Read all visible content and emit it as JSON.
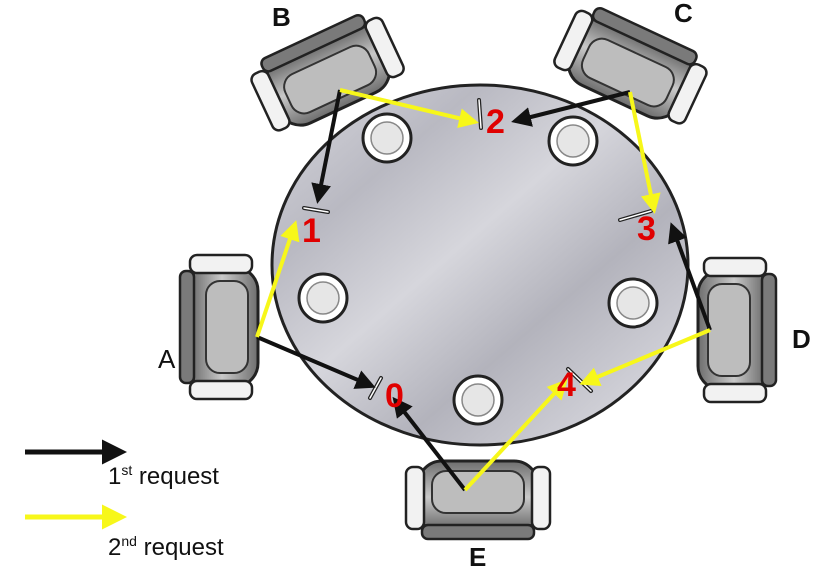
{
  "colors": {
    "first_request": "#111111",
    "second_request": "#f7f71a",
    "fork_number": "#e00000",
    "table_fill": "#c9c9d1",
    "chair_fill": "#9a9a9a"
  },
  "philosophers": [
    {
      "id": "A",
      "label": "A"
    },
    {
      "id": "B",
      "label": "B"
    },
    {
      "id": "C",
      "label": "C"
    },
    {
      "id": "D",
      "label": "D"
    },
    {
      "id": "E",
      "label": "E"
    }
  ],
  "forks": [
    {
      "id": "0",
      "label": "0"
    },
    {
      "id": "1",
      "label": "1"
    },
    {
      "id": "2",
      "label": "2"
    },
    {
      "id": "3",
      "label": "3"
    },
    {
      "id": "4",
      "label": "4"
    }
  ],
  "requests": [
    {
      "from": "A",
      "to": "0",
      "kind": "first"
    },
    {
      "from": "A",
      "to": "1",
      "kind": "second"
    },
    {
      "from": "B",
      "to": "1",
      "kind": "first"
    },
    {
      "from": "B",
      "to": "2",
      "kind": "second"
    },
    {
      "from": "C",
      "to": "2",
      "kind": "first"
    },
    {
      "from": "C",
      "to": "3",
      "kind": "second"
    },
    {
      "from": "D",
      "to": "3",
      "kind": "first"
    },
    {
      "from": "D",
      "to": "4",
      "kind": "second"
    },
    {
      "from": "E",
      "to": "0",
      "kind": "first"
    },
    {
      "from": "E",
      "to": "4",
      "kind": "second"
    }
  ],
  "legend": {
    "first": {
      "prefix": "1",
      "sup": "st",
      "text": " request"
    },
    "second": {
      "prefix": "2",
      "sup": "nd",
      "text": " request"
    }
  }
}
